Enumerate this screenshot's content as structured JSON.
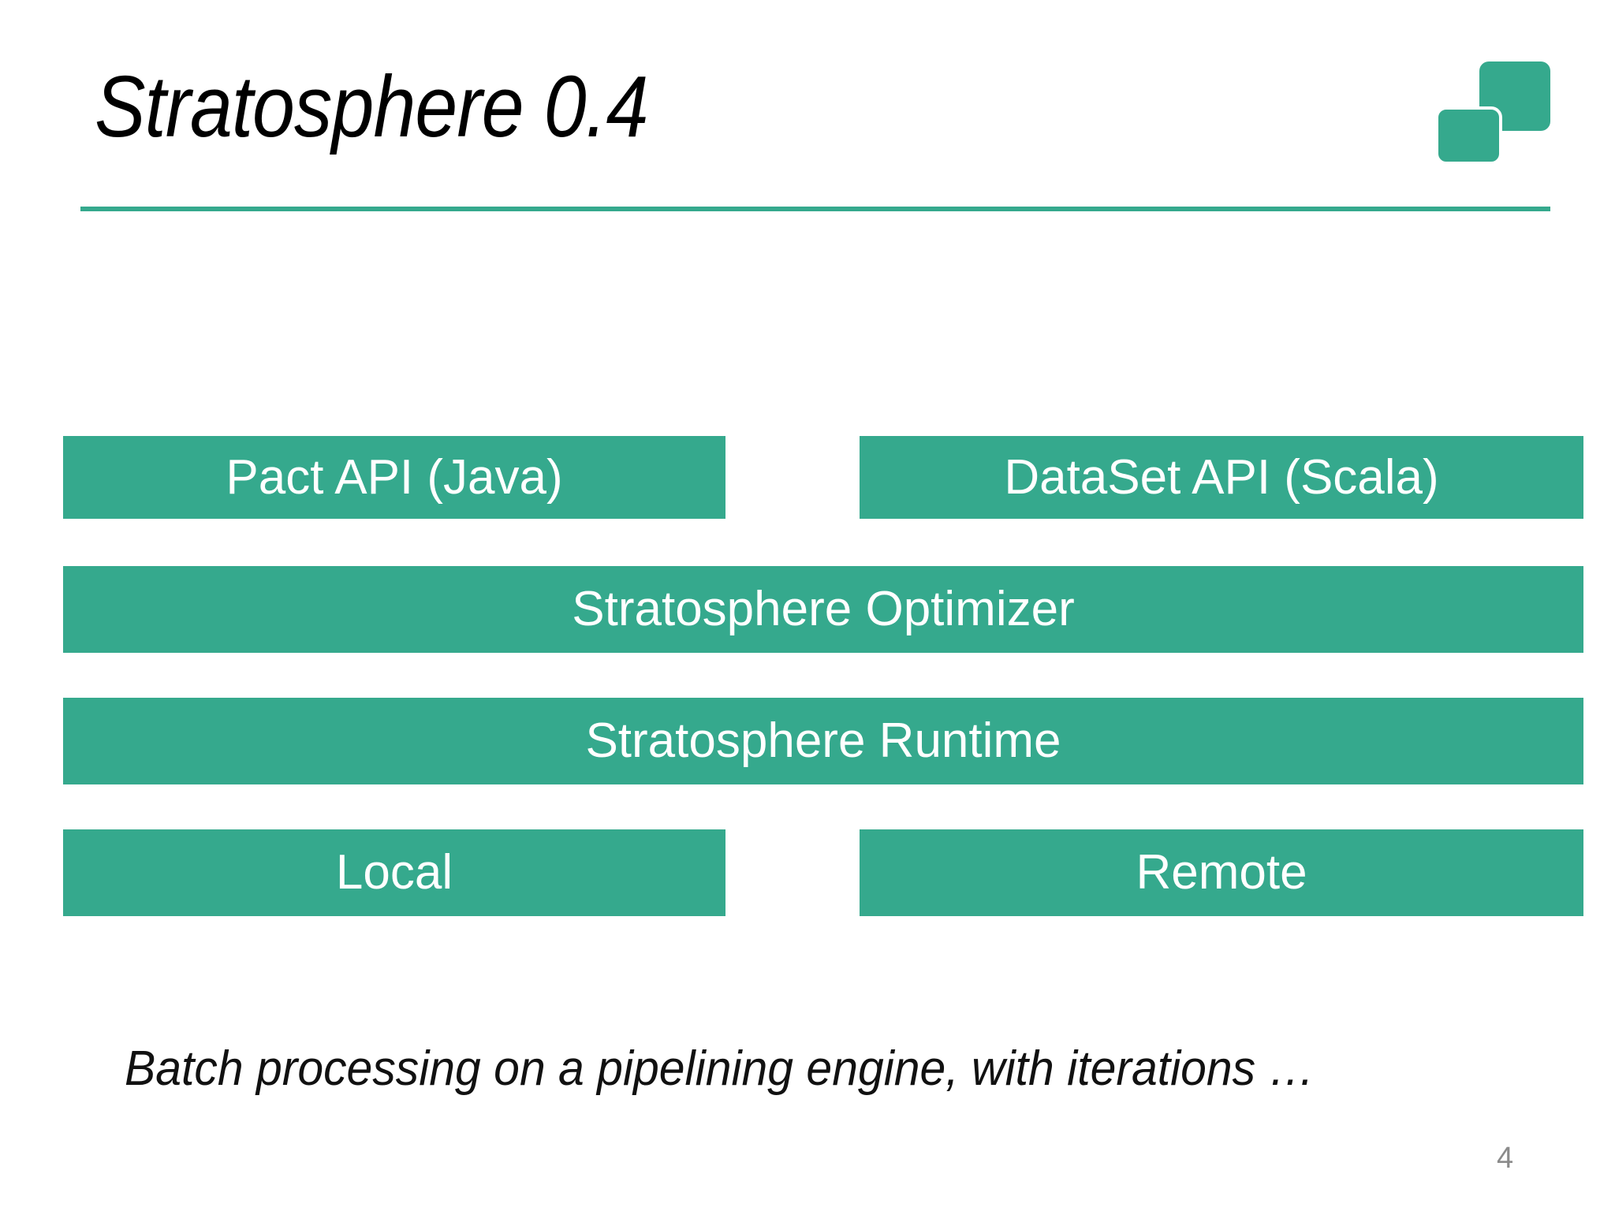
{
  "slide": {
    "title": "Stratosphere 0.4",
    "page_number": "4",
    "caption": "Batch processing on a pipelining engine, with iterations …",
    "accent_color": "#35a98d",
    "background_color": "#ffffff",
    "text_on_accent_color": "#ffffff",
    "page_number_color": "#8b8b8b"
  },
  "logo": {
    "name": "stratosphere-logo",
    "shape": "two-overlapping-rounded-squares",
    "color": "#35a98d"
  },
  "architecture": {
    "rows": [
      {
        "row_name": "api-layer",
        "boxes": [
          {
            "label": "Pact API (Java)",
            "column": "left"
          },
          {
            "label": "DataSet API (Scala)",
            "column": "right"
          }
        ]
      },
      {
        "row_name": "optimizer-layer",
        "boxes": [
          {
            "label": "Stratosphere Optimizer",
            "column": "full"
          }
        ]
      },
      {
        "row_name": "runtime-layer",
        "boxes": [
          {
            "label": "Stratosphere Runtime",
            "column": "full"
          }
        ]
      },
      {
        "row_name": "deployment-layer",
        "boxes": [
          {
            "label": "Local",
            "column": "left"
          },
          {
            "label": "Remote",
            "column": "right"
          }
        ]
      }
    ]
  }
}
